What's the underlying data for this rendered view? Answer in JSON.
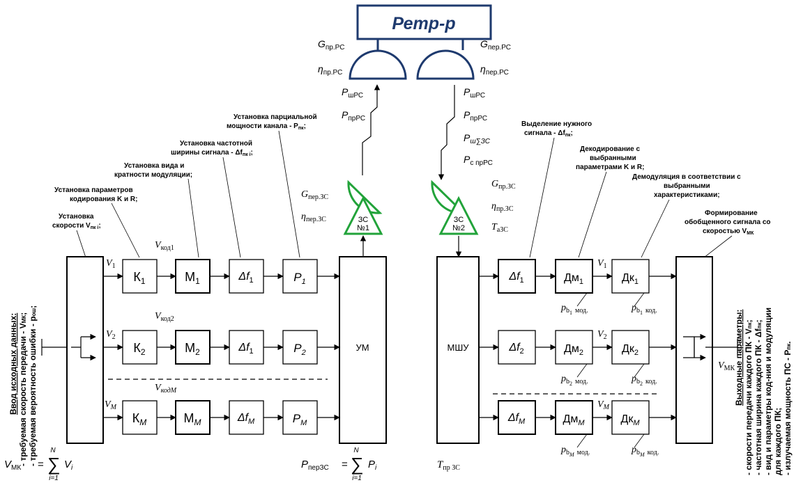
{
  "relay": {
    "title": "Ретр-р"
  },
  "relay_labels": {
    "rx_gain": "G",
    "rx_gain_sub": "пр.РС",
    "rx_eta": "η",
    "rx_eta_sub": "пр.РС",
    "tx_gain": "G",
    "tx_gain_sub": "пер.РС",
    "tx_eta": "η",
    "tx_eta_sub": "пер.РС",
    "p_noise_rs_left": "P",
    "p_noise_rs_left_sub": "шРС",
    "p_rx_rs_left": "P",
    "p_rx_rs_left_sub": "прРС",
    "p_noise_rs_right": "P",
    "p_noise_rs_right_sub": "шРС",
    "p_rx_rs_right": "P",
    "p_rx_rs_right_sub": "прРС",
    "p_noise_sum": "P",
    "p_noise_sum_sub": "ш∑ЗС",
    "p_signal": "P",
    "p_signal_sub": "с прРС"
  },
  "station1": {
    "line1": "ЗС",
    "line2": "№1",
    "gain": "G",
    "gain_sub": "пер.ЗС",
    "eta": "η",
    "eta_sub": "пер.ЗС"
  },
  "station2": {
    "line1": "ЗС",
    "line2": "№2",
    "gain": "G",
    "gain_sub": "пр.ЗС",
    "eta": "η",
    "eta_sub": "пр.ЗС",
    "temp": "T",
    "temp_sub": "аЗС"
  },
  "annotations_tx": {
    "speed": [
      "Установка",
      "скорости V",
      "пк i",
      ";"
    ],
    "coding": [
      "Установка параметров",
      "кодирования K и R;"
    ],
    "modulation": [
      "Установка вида и",
      "кратности модуляции;"
    ],
    "bandwidth": [
      "Установка частотной",
      "ширины сигнала - Δf",
      "пк i",
      ";"
    ],
    "power": [
      "Установка парциальной",
      "мощности канала - P",
      "пк",
      ";"
    ]
  },
  "annotations_rx": {
    "select": [
      "Выделение нужного",
      "сигнала - Δf",
      "пк",
      ";"
    ],
    "decode": [
      "Декодирование с",
      "выбранными",
      "параметрами K и R;"
    ],
    "demod": [
      "Демодуляция в соответствии с",
      "выбранными",
      "характеристиками;"
    ],
    "form": [
      "Формирование",
      "обобщенного сигнала со",
      "скоростью V",
      "МК"
    ]
  },
  "input_side": {
    "title": "Ввод исходных данных:",
    "line1": "- требуемая скорость передачи - V",
    "line1_sub": "МК",
    "line2": "- требуемая вероятность ошибки - p",
    "line2_sub": "ош",
    "line_end": ";"
  },
  "output_side": {
    "title": "Выходные параметры:",
    "lines": [
      "- скорости передачи каждого ПК - V",
      "- частотная ширина каждого ПК - Δf",
      "- вид и параметры код-ния и модуляции",
      "для каждого ПК;",
      "- излучаемая мощность ПС - P"
    ],
    "subs": [
      "пк",
      "пк",
      "",
      "",
      "пк"
    ],
    "ends": [
      ";",
      ";",
      "",
      "",
      "."
    ]
  },
  "tx_chain": {
    "rows": [
      {
        "v": "V",
        "v_sub": "1",
        "k": "К",
        "k_sub": "1",
        "m": "М",
        "m_sub": "1",
        "df": "Δf",
        "df_sub": "1",
        "p": "P",
        "p_sub": "1"
      },
      {
        "v": "V",
        "v_sub": "2",
        "k": "К",
        "k_sub": "2",
        "m": "М",
        "m_sub": "2",
        "df": "Δf",
        "df_sub": "1",
        "p": "P",
        "p_sub": "2"
      },
      {
        "v": "V",
        "v_sub": "M",
        "k": "К",
        "k_sub": "M",
        "m": "М",
        "m_sub": "M",
        "df": "Δf",
        "df_sub": "M",
        "p": "P",
        "p_sub": "M"
      }
    ],
    "vcod": [
      {
        "v": "V",
        "sub": "код1"
      },
      {
        "v": "V",
        "sub": "код2"
      },
      {
        "v": "V",
        "sub": "кодM"
      }
    ],
    "amp": "УМ"
  },
  "rx_chain": {
    "lna": "МШУ",
    "rows": [
      {
        "df": "Δf",
        "df_sub": "1",
        "dm": "Дм",
        "dm_sub": "1",
        "dk": "Дк",
        "dk_sub": "1",
        "v": "V",
        "v_sub": "1",
        "pb_mod_sub": "1",
        "pb_cod_sub": "1"
      },
      {
        "df": "Δf",
        "df_sub": "2",
        "dm": "Дм",
        "dm_sub": "2",
        "dk": "Дк",
        "dk_sub": "2",
        "v": "V",
        "v_sub": "2",
        "pb_mod_sub": "2",
        "pb_cod_sub": "2"
      },
      {
        "df": "Δf",
        "df_sub": "M",
        "dm": "Дм",
        "dm_sub": "M",
        "dk": "Дк",
        "dk_sub": "M",
        "v": "V",
        "v_sub": "M",
        "pb_mod_sub": "M",
        "pb_cod_sub": "M"
      }
    ],
    "pb": "p",
    "pb_b": "b",
    "mod": "мод.",
    "cod": "код."
  },
  "formulas": {
    "vmk_lhs": "V",
    "vmk_lhs_sub": "МК",
    "vmk_eq": "=",
    "vmk_sum": "∑",
    "vmk_top": "N",
    "vmk_bottom": "i=1",
    "vmk_term": "V",
    "vmk_term_sub": "i",
    "pper_lhs": "P",
    "pper_lhs_sub": "перЗС",
    "pper_eq": "=",
    "pper_sum": "∑",
    "pper_top": "N",
    "pper_bottom": "i=1",
    "pper_term": "P",
    "pper_term_sub": "i",
    "tpr": "T",
    "tpr_sub": "пр ЗС",
    "vmk_out": "V",
    "vmk_out_sub": "МК"
  }
}
